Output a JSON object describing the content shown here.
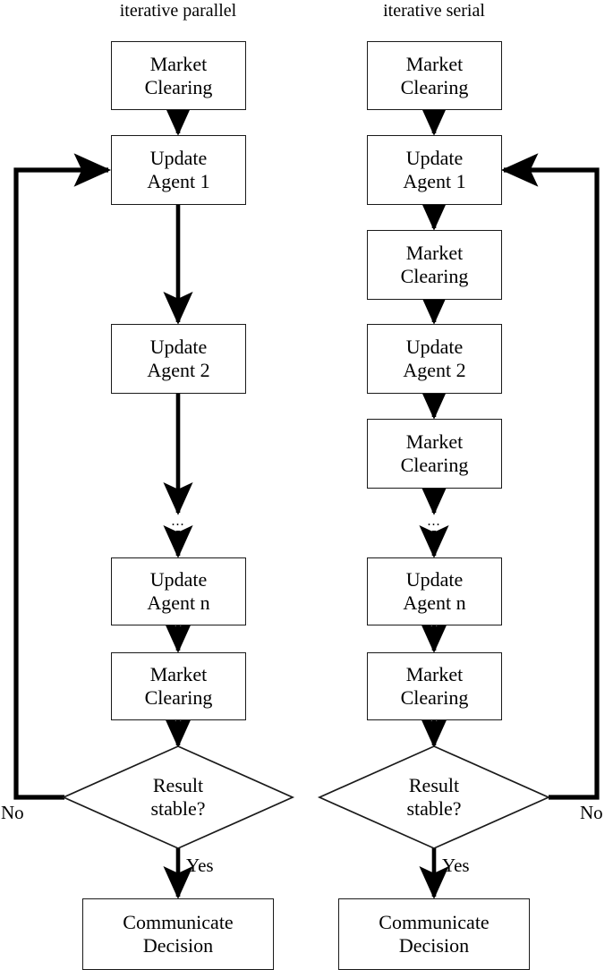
{
  "diagram": {
    "title_left": "iterative parallel",
    "title_right": "iterative serial",
    "background": "#ffffff",
    "stroke": "#1a1a1a",
    "columns": [
      {
        "id": "iterative-parallel",
        "title": "iterative parallel",
        "nodes": [
          {
            "id": "p-market-clearing-1",
            "type": "process",
            "line1": "Market",
            "line2": "Clearing"
          },
          {
            "id": "p-update-agent-1",
            "type": "process",
            "line1": "Update",
            "line2": "Agent 1"
          },
          {
            "id": "p-update-agent-2",
            "type": "process",
            "line1": "Update",
            "line2": "Agent 2"
          },
          {
            "id": "p-ellipsis",
            "type": "ellipsis",
            "line1": "..."
          },
          {
            "id": "p-update-agent-n",
            "type": "process",
            "line1": "Update",
            "line2": "Agent n"
          },
          {
            "id": "p-market-clearing-2",
            "type": "process",
            "line1": "Market",
            "line2": "Clearing"
          },
          {
            "id": "p-result-stable",
            "type": "decision",
            "line1": "Result",
            "line2": "stable?"
          },
          {
            "id": "p-communicate-decision",
            "type": "process",
            "line1": "Communicate",
            "line2": "Decision"
          }
        ],
        "edge_labels": {
          "no": "No",
          "yes": "Yes"
        }
      },
      {
        "id": "iterative-serial",
        "title": "iterative serial",
        "nodes": [
          {
            "id": "s-market-clearing-1",
            "type": "process",
            "line1": "Market",
            "line2": "Clearing"
          },
          {
            "id": "s-update-agent-1",
            "type": "process",
            "line1": "Update",
            "line2": "Agent 1"
          },
          {
            "id": "s-market-clearing-2",
            "type": "process",
            "line1": "Market",
            "line2": "Clearing"
          },
          {
            "id": "s-update-agent-2",
            "type": "process",
            "line1": "Update",
            "line2": "Agent 2"
          },
          {
            "id": "s-market-clearing-3",
            "type": "process",
            "line1": "Market",
            "line2": "Clearing"
          },
          {
            "id": "s-ellipsis",
            "type": "ellipsis",
            "line1": "..."
          },
          {
            "id": "s-update-agent-n",
            "type": "process",
            "line1": "Update",
            "line2": "Agent n"
          },
          {
            "id": "s-market-clearing-4",
            "type": "process",
            "line1": "Market",
            "line2": "Clearing"
          },
          {
            "id": "s-result-stable",
            "type": "decision",
            "line1": "Result",
            "line2": "stable?"
          },
          {
            "id": "s-communicate-decision",
            "type": "process",
            "line1": "Communicate",
            "line2": "Decision"
          }
        ],
        "edge_labels": {
          "no": "No",
          "yes": "Yes"
        }
      }
    ]
  }
}
